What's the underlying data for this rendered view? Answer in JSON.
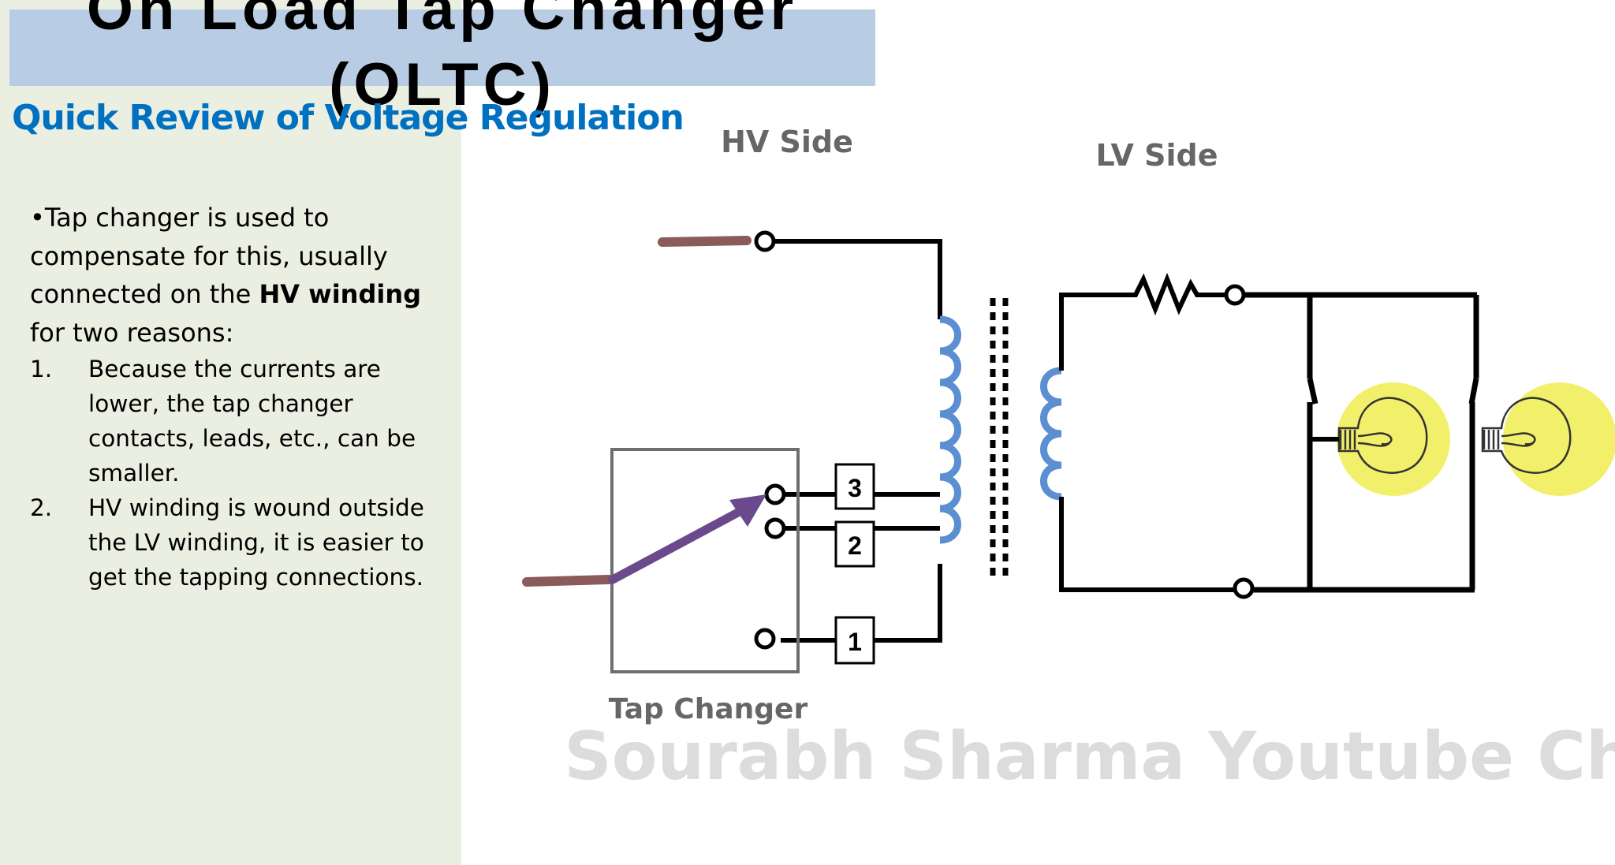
{
  "title": "On Load Tap Changer (OLTC)",
  "subtitle": "Quick Review of Voltage Regulation",
  "intro": {
    "bullet": "•",
    "text_before": "Tap changer is used to compensate for this, usually connected on the ",
    "bold_1": "HV winding",
    "text_after": " for two reasons:"
  },
  "reasons": [
    {
      "num": "1.",
      "text": "Because the currents are lower, the tap changer contacts, leads, etc., can be smaller."
    },
    {
      "num": "2.",
      "text": "HV winding is wound outside the LV winding, it is easier to get the tapping connections."
    }
  ],
  "diagram": {
    "hv_label": "HV Side",
    "lv_label": "LV Side",
    "tap_changer_label": "Tap Changer",
    "tap_numbers": [
      "3",
      "2",
      "1"
    ],
    "watermark": "Sourabh Sharma Youtube Channel",
    "colors": {
      "coil": "#5b8fd1",
      "lead": "#8b5a5a",
      "selector": "#6a4a8c",
      "bulb_glow": "#f2ef6a",
      "wire": "#000000",
      "box": "#6e6e6e"
    }
  }
}
